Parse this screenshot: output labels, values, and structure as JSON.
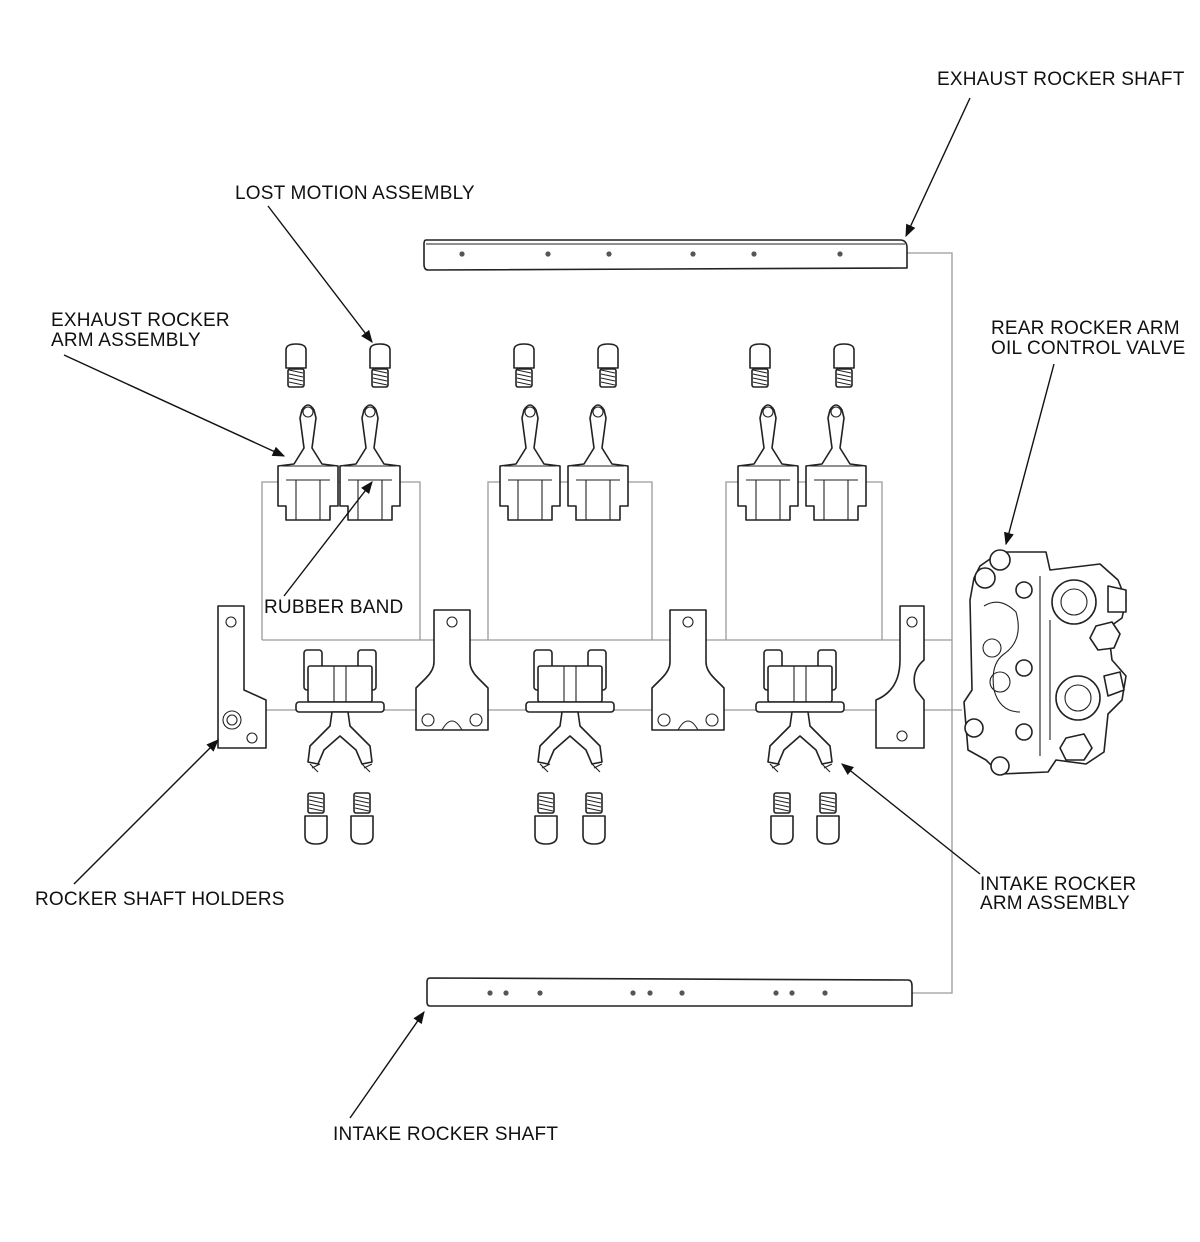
{
  "labels": {
    "exhaust_rocker_shaft": "EXHAUST ROCKER SHAFT",
    "lost_motion_assembly": "LOST MOTION ASSEMBLY",
    "exhaust_rocker_arm_assembly_line1": "EXHAUST ROCKER",
    "exhaust_rocker_arm_assembly_line2": "ARM ASSEMBLY",
    "rear_rocker_arm_ocv_line1": "REAR ROCKER ARM",
    "rear_rocker_arm_ocv_line2": "OIL CONTROL VALVE",
    "rubber_band": "RUBBER BAND",
    "rocker_shaft_holders": "ROCKER SHAFT HOLDERS",
    "intake_rocker_arm_assembly_line1": "INTAKE ROCKER",
    "intake_rocker_arm_assembly_line2": "ARM ASSEMBLY",
    "intake_rocker_shaft": "INTAKE ROCKER SHAFT"
  },
  "colors": {
    "line": "#222222",
    "guide": "#9a9a9a",
    "background": "#ffffff"
  }
}
